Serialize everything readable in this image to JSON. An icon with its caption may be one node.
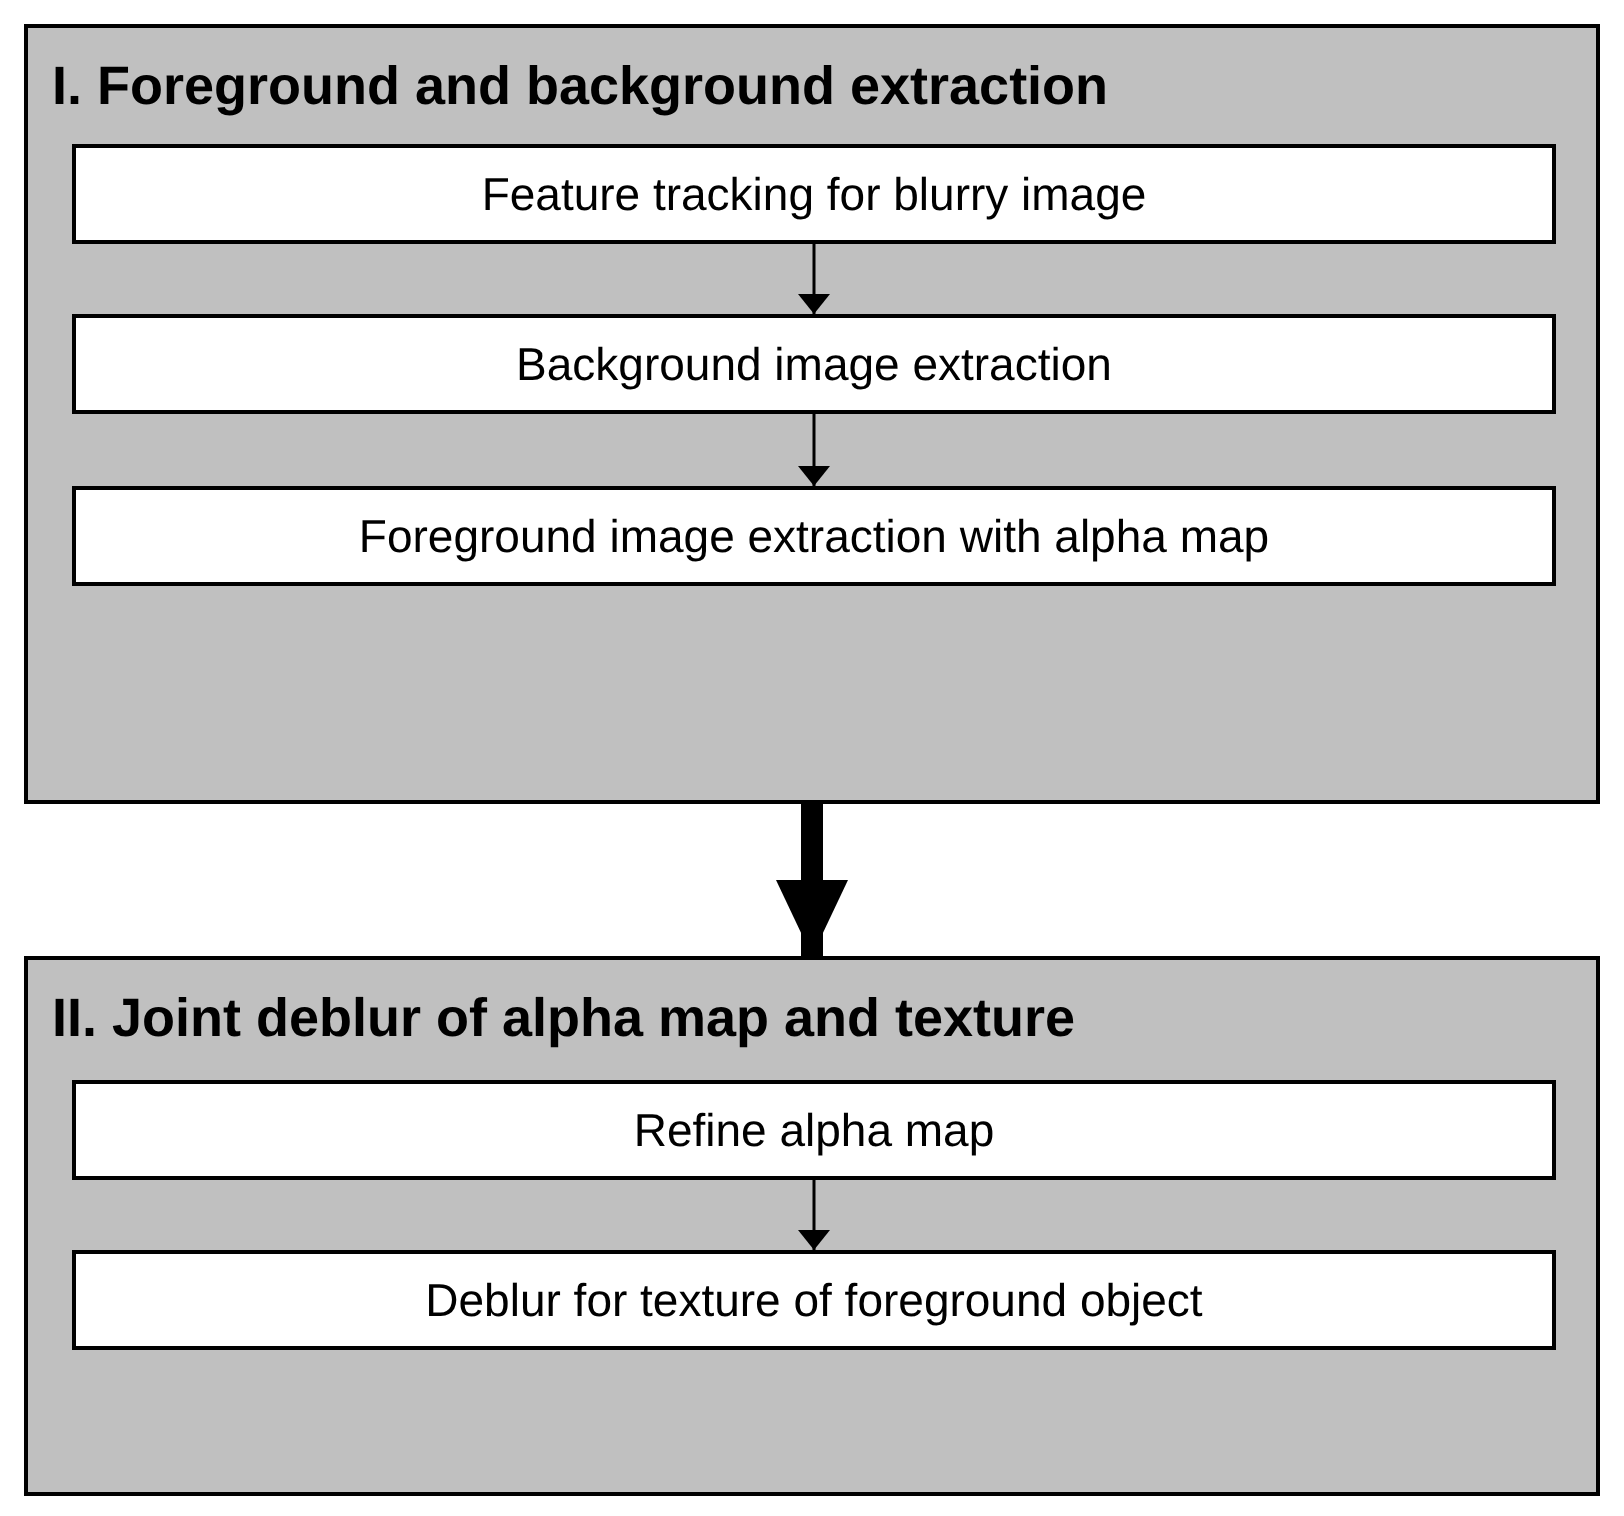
{
  "diagram": {
    "nodes": [
      {
        "text": [
          "I. Foreground and background extraction"
        ]
      },
      {
        "text": [
          "Feature tracking for blurry image"
        ],
        "in": 0
      },
      {
        "text": [
          "Background image extraction"
        ],
        "in": 0
      },
      {
        "text": [
          "Foreground image extraction with alpha map"
        ],
        "in": 0
      },
      {
        "text": [
          "II. Joint deblur of alpha map and texture"
        ]
      },
      {
        "text": [
          "Refine alpha map"
        ],
        "in": 4
      },
      {
        "text": [
          "Deblur for texture of foreground object"
        ],
        "in": 4
      }
    ],
    "edges": [
      {
        "from": 1,
        "to": 2,
        "arrow": "to"
      },
      {
        "from": 2,
        "to": 3,
        "arrow": "to"
      },
      {
        "from": 0,
        "to": 4,
        "arrow": "to",
        "style": "thick"
      },
      {
        "from": 5,
        "to": 6,
        "arrow": "to"
      }
    ]
  }
}
